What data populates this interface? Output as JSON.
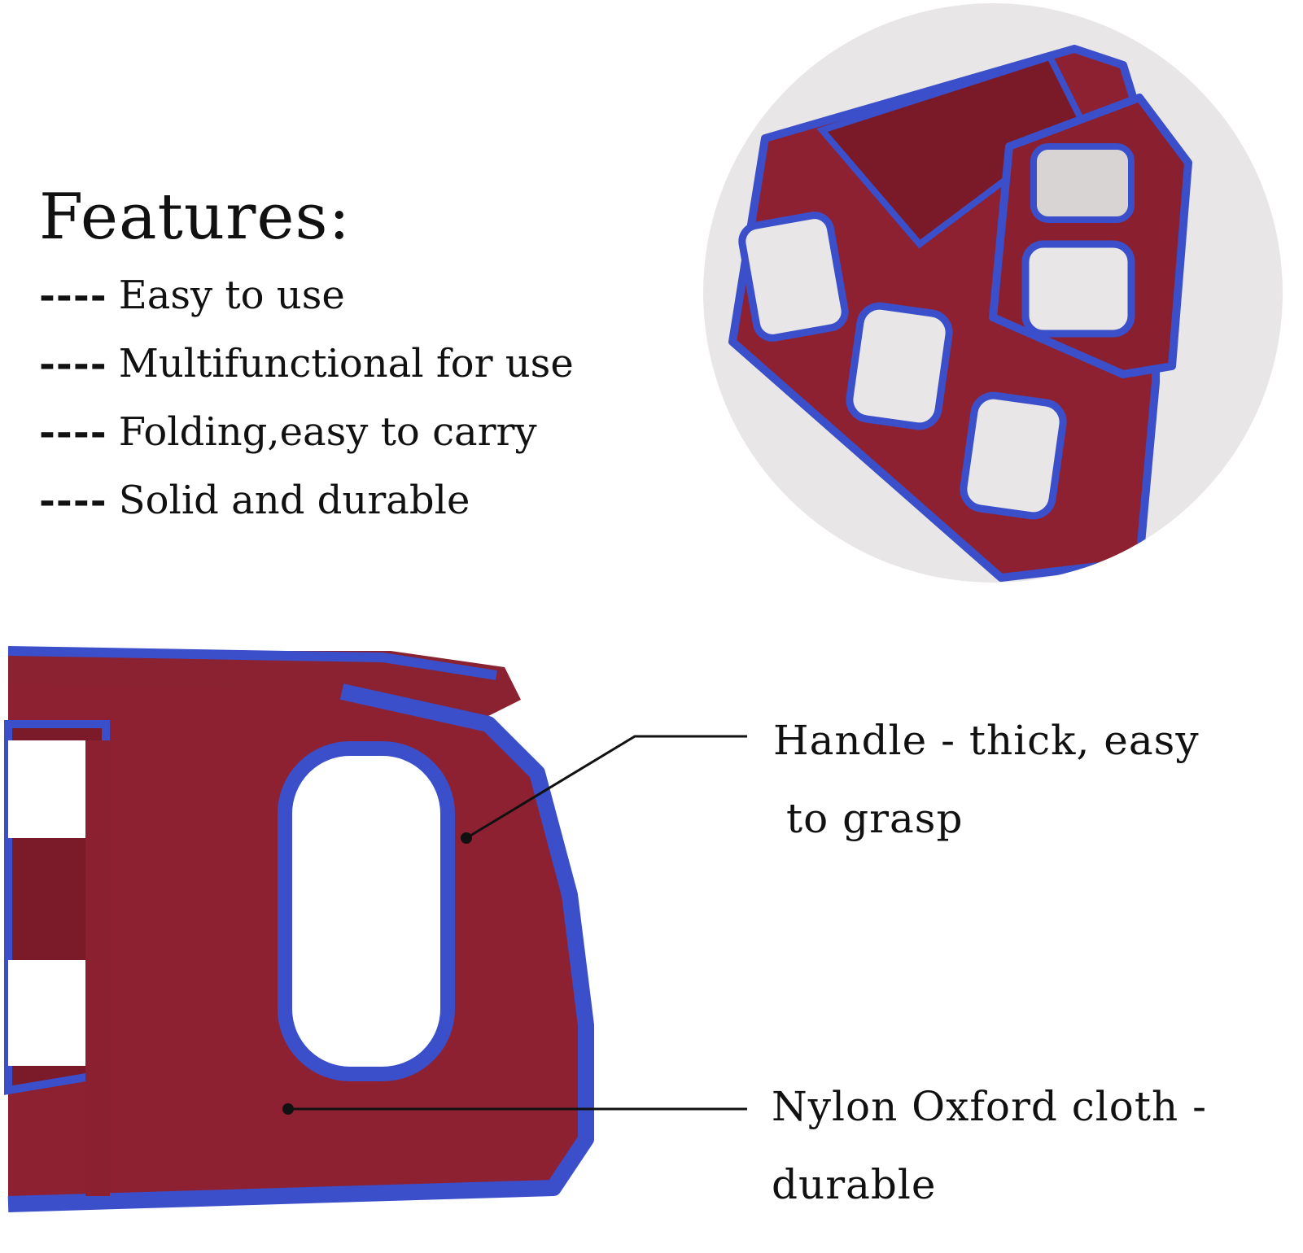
{
  "features": {
    "title": "Features:",
    "items": [
      {
        "dash": "----",
        "text": "Easy to use"
      },
      {
        "dash": "----",
        "text": "Multifunctional for use"
      },
      {
        "dash": "----",
        "text": "Folding,easy to carry"
      },
      {
        "dash": "----",
        "text": "Solid and durable"
      }
    ]
  },
  "callouts": {
    "handle": {
      "line1": "Handle - thick, easy",
      "line2": "to grasp"
    },
    "material": {
      "line1": "Nylon Oxford cloth -",
      "line2": "durable"
    }
  },
  "colors": {
    "fabric": "#8e2131",
    "binding": "#3a4fc9",
    "background": "#ffffff",
    "circle_bg": "#e8e6e6"
  }
}
